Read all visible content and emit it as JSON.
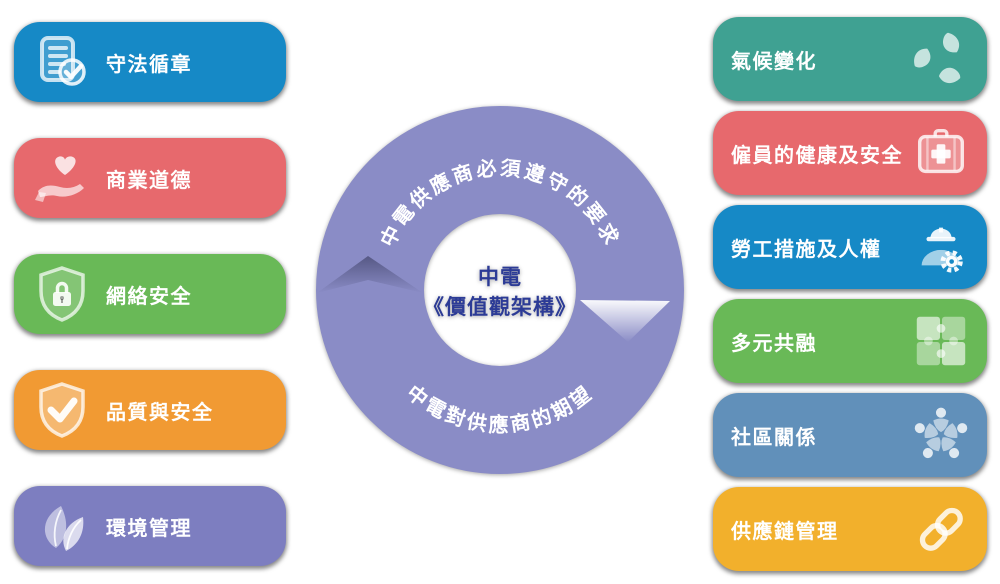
{
  "page": {
    "background_color": "#ffffff"
  },
  "donut": {
    "band_color": "#8A8CC6",
    "center_text_color": "#2C3B96",
    "arc_text_color": "#ffffff",
    "top_arc_text": "中電供應商必須遵守的要求",
    "bottom_arc_text": "中電對供應商的期望",
    "center_line1": "中電",
    "center_line2": "《價值觀架構》",
    "left_chevron_direction": "up",
    "right_chevron_direction": "down"
  },
  "left_column": {
    "cards": [
      {
        "label": "守法循章",
        "color": "#1689C6",
        "icon": "document-check-icon"
      },
      {
        "label": "商業道德",
        "color": "#E7696D",
        "icon": "heart-hand-icon"
      },
      {
        "label": "網絡安全",
        "color": "#69B957",
        "icon": "shield-lock-icon"
      },
      {
        "label": "品質與安全",
        "color": "#F19A33",
        "icon": "shield-check-icon"
      },
      {
        "label": "環境管理",
        "color": "#7D7EC0",
        "icon": "leaves-icon"
      }
    ]
  },
  "right_column": {
    "cards": [
      {
        "label": "氣候變化",
        "color": "#3FA192",
        "icon": "leaf-recycle-icon"
      },
      {
        "label": "僱員的健康及安全",
        "color": "#E7696D",
        "icon": "first-aid-kit-icon"
      },
      {
        "label": "勞工措施及人權",
        "color": "#1689C6",
        "icon": "worker-gear-icon"
      },
      {
        "label": "多元共融",
        "color": "#69B957",
        "icon": "puzzle-icon"
      },
      {
        "label": "社區關係",
        "color": "#6190BA",
        "icon": "people-circle-icon"
      },
      {
        "label": "供應鏈管理",
        "color": "#F2B02C",
        "icon": "chain-link-icon"
      }
    ]
  }
}
